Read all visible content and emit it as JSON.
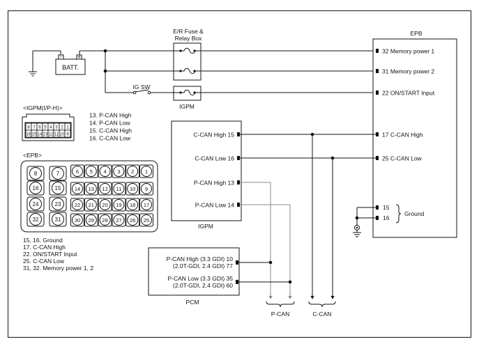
{
  "battery": {
    "label": "BATT.",
    "neg": "-",
    "pos": "+"
  },
  "fusebox": {
    "title_line1": "E/R Fuse &",
    "title_line2": "Relay Box"
  },
  "igsw": {
    "label": "IG SW"
  },
  "igpm_fuse": {
    "label": "IGPM"
  },
  "epb": {
    "title": "EPB",
    "pins": {
      "p32": "32 Memory power 1",
      "p31": "31 Memory power 2",
      "p22": "22 ON/START Input",
      "p17": "17 C-CAN High",
      "p25": "25 C-CAN Low",
      "p15": "15",
      "p16": "16",
      "ground": "Ground"
    }
  },
  "igpm_connector": {
    "title": "<IGPM(I/P-H)>",
    "row1": [
      "8",
      "7",
      "6",
      "5",
      "4",
      "3",
      "2",
      "1"
    ],
    "row2": [
      "16",
      "15",
      "14",
      "13",
      "12",
      "11",
      "10",
      "9"
    ],
    "legend": [
      "13. P-CAN High",
      "14. P-CAN Low",
      "15. C-CAN High",
      "16. C-CAN Low"
    ]
  },
  "epb_connector": {
    "title": "<EPB>",
    "big": [
      "8",
      "7",
      "16",
      "15",
      "24",
      "23",
      "32",
      "31"
    ],
    "row1": [
      "6",
      "5",
      "4",
      "3",
      "2",
      "1"
    ],
    "row2": [
      "14",
      "13",
      "12",
      "11",
      "10",
      "9"
    ],
    "row3": [
      "22",
      "21",
      "20",
      "19",
      "18",
      "17"
    ],
    "row4": [
      "30",
      "29",
      "28",
      "27",
      "26",
      "25"
    ],
    "legend": [
      "15, 16. Ground",
      "17. C-CAN High",
      "22. ON/START Input",
      "25. C-CAN Low",
      "31, 32. Memory power 1, 2"
    ]
  },
  "igpm_module": {
    "name": "IGPM",
    "pins": [
      "C-CAN High 15",
      "C-CAN Low 16",
      "P-CAN High 13",
      "P-CAN Low 14"
    ]
  },
  "pcm_module": {
    "name": "PCM",
    "high_line1": "P-CAN High (3.3 GDI) 10",
    "high_line2": "(2.0T-GDI, 2.4 GDI) 77",
    "low_line1": "P-CAN Low (3.3 GDI) 35",
    "low_line2": "(2.0T-GDI, 2.4 GDI) 60"
  },
  "bus_labels": {
    "pcan": "P-CAN",
    "ccan": "C-CAN"
  }
}
